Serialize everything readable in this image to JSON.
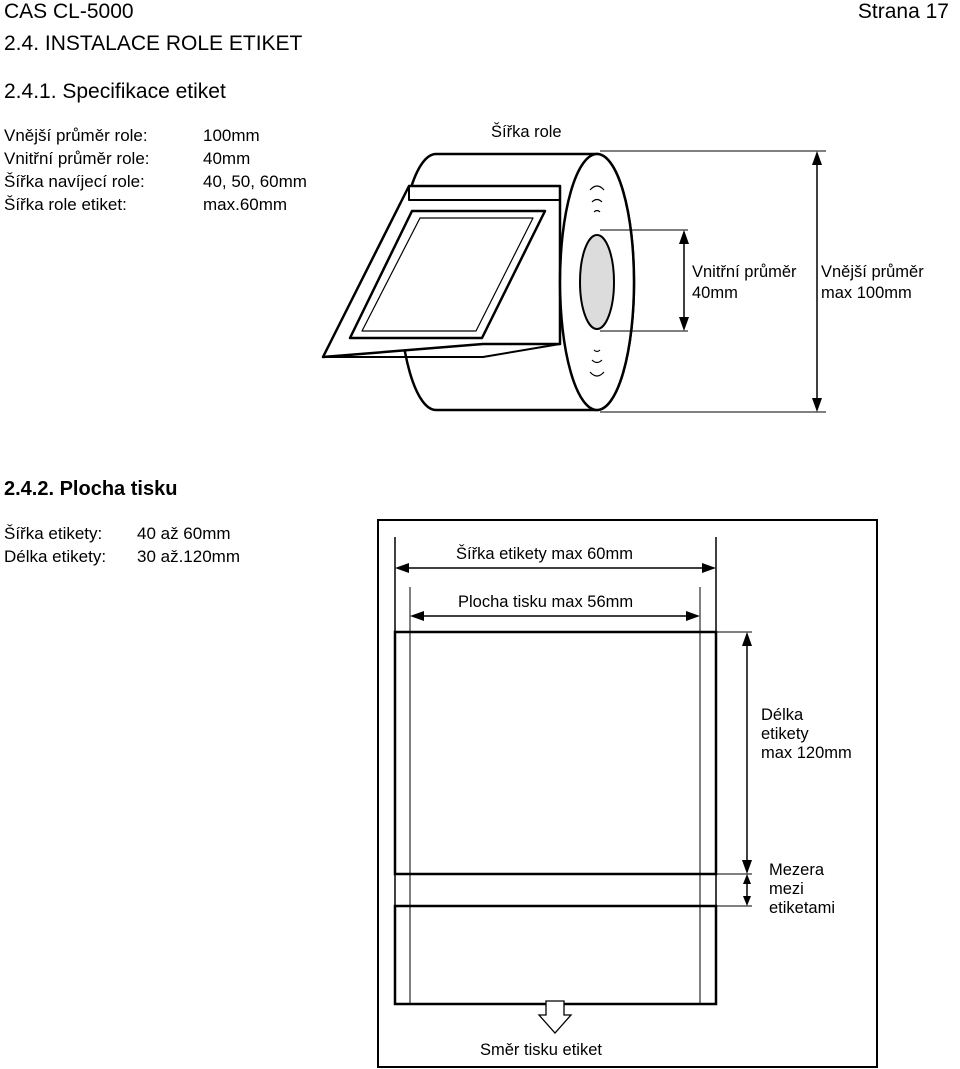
{
  "header": {
    "left": "CAS CL-5000",
    "right": "Strana 17"
  },
  "section": {
    "title": "2.4. INSTALACE ROLE ETIKET"
  },
  "spec": {
    "title": "2.4.1. Specifikace etiket",
    "rows": [
      {
        "label": "Vnější průměr role:",
        "value": "100mm"
      },
      {
        "label": "Vnitřní průměr role:",
        "value": "40mm"
      },
      {
        "label": "Šířka navíjecí role:",
        "value": "40, 50, 60mm"
      },
      {
        "label": "Šířka role etiket:",
        "value": "max.60mm"
      }
    ],
    "diagram": {
      "roll_width": "Šířka role",
      "inner_label": "Vnitřní průměr",
      "inner_value": "40mm",
      "outer_label": "Vnější průměr",
      "outer_value": "max 100mm"
    }
  },
  "print": {
    "title": "2.4.2. Plocha tisku",
    "rows": [
      {
        "label": "Šířka etikety:",
        "value": "40 až 60mm"
      },
      {
        "label": "Délka etikety:",
        "value": "30 až.120mm"
      }
    ],
    "diagram": {
      "label_width": "Šířka etikety max 60mm",
      "print_area": "Plocha tisku max 56mm",
      "length_1": "Délka",
      "length_2": "etikety",
      "length_3": "max 120mm",
      "gap_1": "Mezera",
      "gap_2": "mezi",
      "gap_3": "etiketami",
      "direction": "Směr tisku etiket"
    }
  }
}
